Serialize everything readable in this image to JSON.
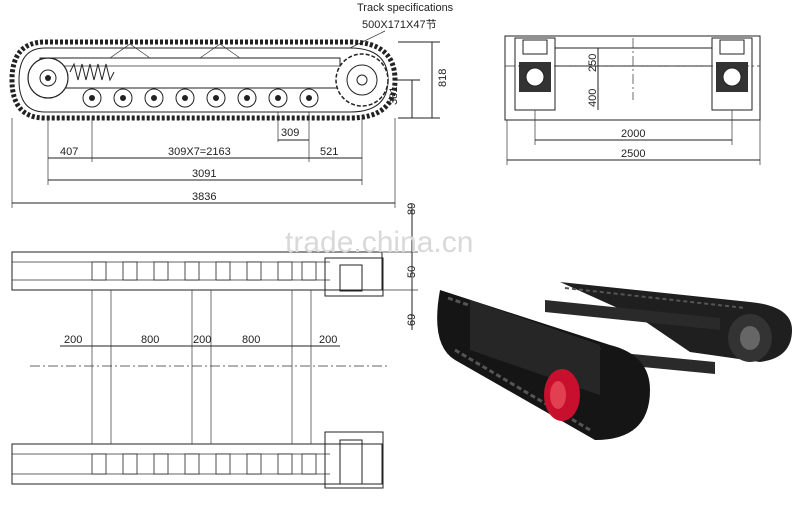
{
  "title": {
    "track_spec_label": "Track specifications",
    "track_spec_value": "500X171X47节"
  },
  "side_view": {
    "dims": {
      "height_total": "818",
      "roller_height": "381",
      "pitch_single": "309",
      "front_offset": "407",
      "roller_span": "309X7=2163",
      "rear_offset": "521",
      "ground_length": "3091",
      "overall_length": "3836"
    }
  },
  "end_view": {
    "dims": {
      "upper_offset": "250",
      "frame_height": "400",
      "center_distance": "2000",
      "overall_width": "2500"
    }
  },
  "top_view": {
    "dims": {
      "right_top": "89",
      "right_mid": "50",
      "right_bottom": "69",
      "spacing_a": "200",
      "spacing_b": "800",
      "spacing_c": "200",
      "spacing_d": "800",
      "spacing_e": "200"
    }
  },
  "watermark": "trade.china.cn",
  "colors": {
    "line": "#222222",
    "track_dark": "#1c1c1c",
    "idler_red": "#c8102e"
  }
}
